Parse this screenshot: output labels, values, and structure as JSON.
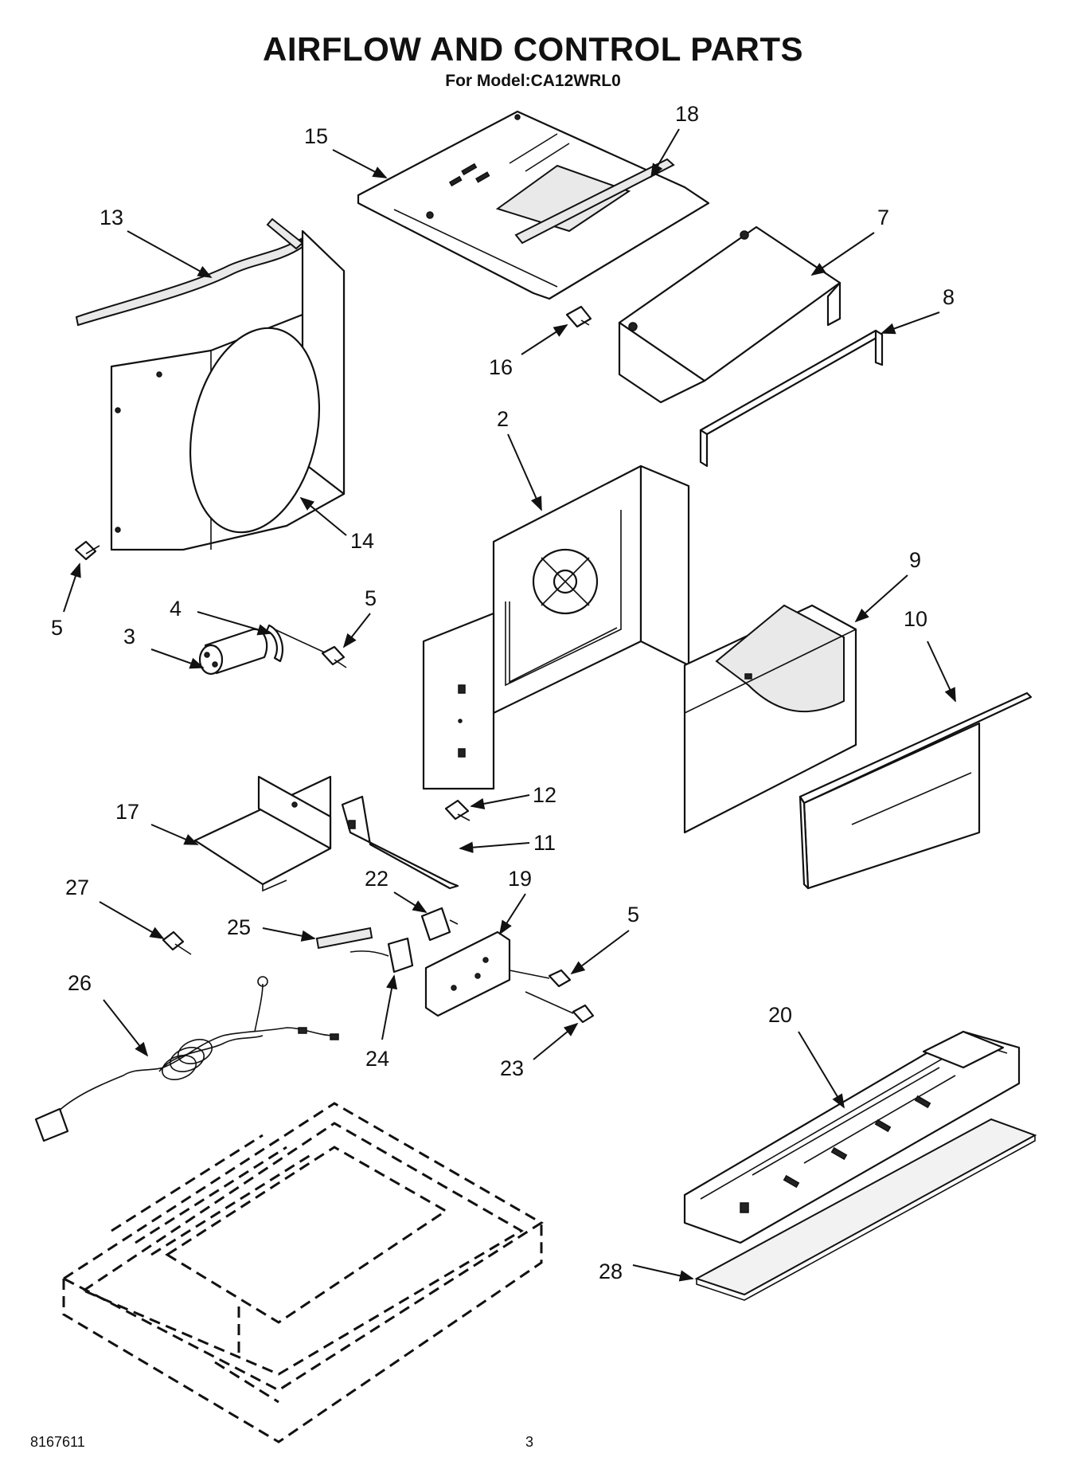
{
  "title": "AIRFLOW AND CONTROL PARTS",
  "subtitle": "For Model:CA12WRL0",
  "footer": {
    "doc_number": "8167611",
    "page_number": "3"
  },
  "callouts": [
    {
      "id": "c15",
      "text": "15"
    },
    {
      "id": "c18",
      "text": "18"
    },
    {
      "id": "c13",
      "text": "13"
    },
    {
      "id": "c7",
      "text": "7"
    },
    {
      "id": "c8",
      "text": "8"
    },
    {
      "id": "c16",
      "text": "16"
    },
    {
      "id": "c2",
      "text": "2"
    },
    {
      "id": "c14",
      "text": "14"
    },
    {
      "id": "c5a",
      "text": "5"
    },
    {
      "id": "c4",
      "text": "4"
    },
    {
      "id": "c5b",
      "text": "5"
    },
    {
      "id": "c3",
      "text": "3"
    },
    {
      "id": "c9",
      "text": "9"
    },
    {
      "id": "c10",
      "text": "10"
    },
    {
      "id": "c12",
      "text": "12"
    },
    {
      "id": "c17",
      "text": "17"
    },
    {
      "id": "c11",
      "text": "11"
    },
    {
      "id": "c27",
      "text": "27"
    },
    {
      "id": "c22",
      "text": "22"
    },
    {
      "id": "c19",
      "text": "19"
    },
    {
      "id": "c25",
      "text": "25"
    },
    {
      "id": "c5c",
      "text": "5"
    },
    {
      "id": "c26",
      "text": "26"
    },
    {
      "id": "c24",
      "text": "24"
    },
    {
      "id": "c23",
      "text": "23"
    },
    {
      "id": "c20",
      "text": "20"
    },
    {
      "id": "c28",
      "text": "28"
    }
  ]
}
